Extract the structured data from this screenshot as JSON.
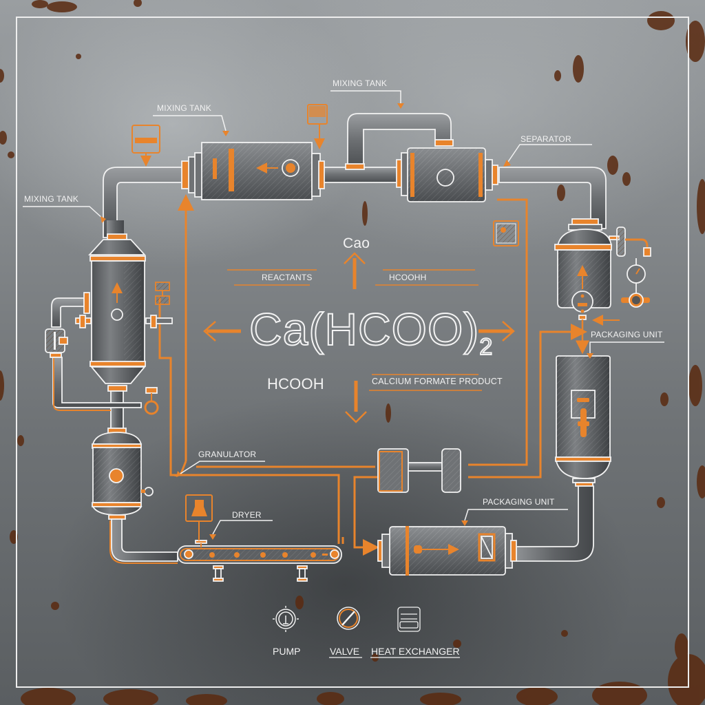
{
  "diagram": {
    "title_formula": "Ca(HCOO)",
    "title_subscript": "2",
    "labels": {
      "mixing_tank_top": "MIXING TANK",
      "mixing_tank_upper_left": "MIXING TANK",
      "mixing_tank_left": "MIXING TANK",
      "separator": "SEPARATOR",
      "packaging_unit_right": "PACKAGING UNIT",
      "packaging_unit_bottom": "PACKAGING UNIT",
      "granulator": "GRANULATOR",
      "dryer": "DRYER"
    },
    "center": {
      "top_reagent": "Cao",
      "reactants_label": "REACTANTS",
      "right_reagent": "HCOOHH",
      "left_reagent": "HCOOH",
      "product_label": "CALCIUM FORMATE PRODUCT"
    },
    "legend": [
      {
        "icon": "pump-gauge-icon",
        "label": "PUMP"
      },
      {
        "icon": "valve-icon",
        "label": "VALVE"
      },
      {
        "icon": "heat-exchanger-icon",
        "label": "HEAT EXCHANGER"
      }
    ],
    "colors": {
      "accent": "#e8842c",
      "line": "#f2f2f2",
      "background": "#7a7e81",
      "rust": "#5a2a10"
    }
  }
}
